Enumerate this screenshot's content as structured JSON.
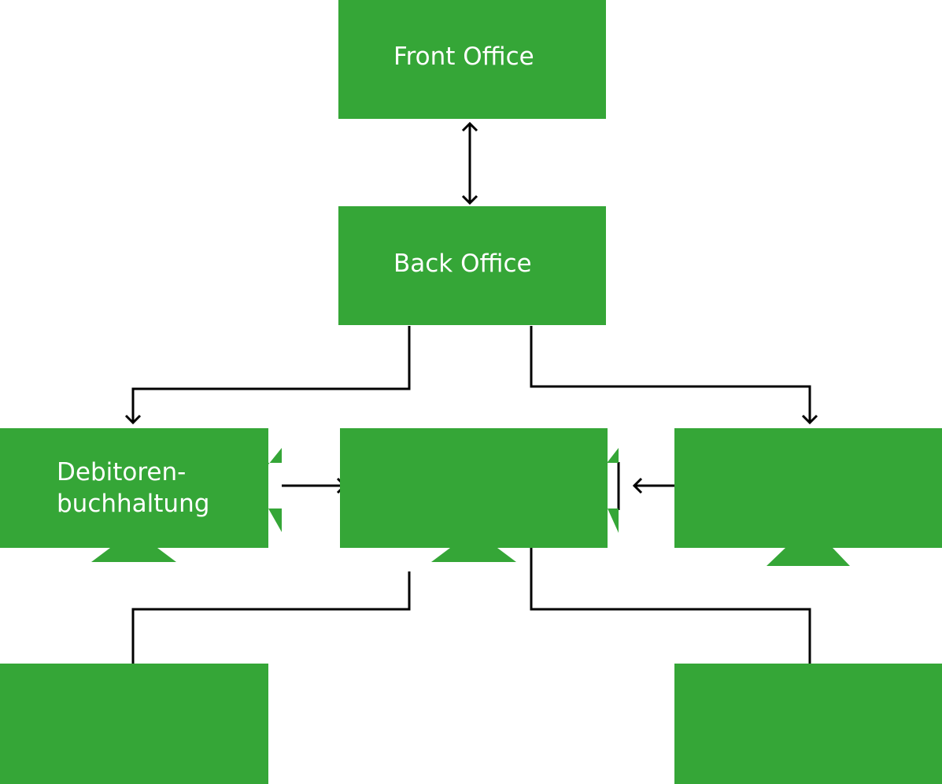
{
  "diagram": {
    "box_color": "#35a637",
    "line_color": "#000000",
    "nodes": {
      "front_office": {
        "label": "Front Office"
      },
      "back_office": {
        "label": "Back Office"
      },
      "debitorenbuchhaltung": {
        "label": "Debitoren-\nbuchhaltung"
      },
      "center_module": {
        "label": ""
      },
      "right_module": {
        "label": ""
      },
      "bottom_left_module": {
        "label": ""
      },
      "bottom_right_module": {
        "label": ""
      }
    }
  }
}
